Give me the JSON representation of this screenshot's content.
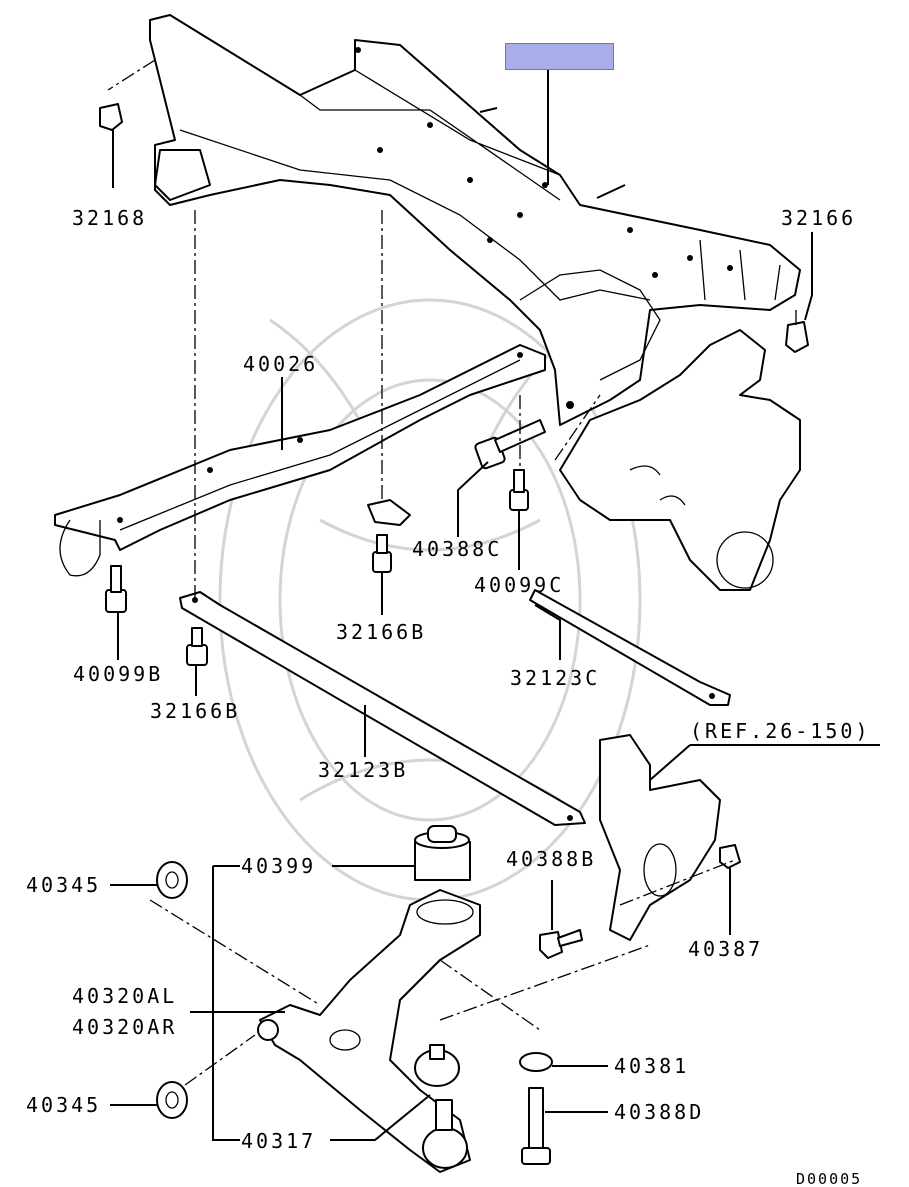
{
  "labels": {
    "p32168": "32168",
    "p32166": "32166",
    "p40026": "40026",
    "p40388C": "40388C",
    "p40099C": "40099C",
    "p32166B_mid": "32166B",
    "p40099B": "40099B",
    "p32166B_left": "32166B",
    "p32123C": "32123C",
    "p32123B": "32123B",
    "ref": "(REF.26-150)",
    "p40399": "40399",
    "p40345_top": "40345",
    "p40388B": "40388B",
    "p40387": "40387",
    "p40320AL": "40320AL",
    "p40320AR": "40320AR",
    "p40381": "40381",
    "p40345_bottom": "40345",
    "p40388D": "40388D",
    "p40317": "40317"
  },
  "diagram_code": "D00005",
  "colors": {
    "highlight_fill": "#a8aee8",
    "highlight_border": "#6d74c4",
    "line": "#000000",
    "watermark": "#d4d4d4"
  }
}
